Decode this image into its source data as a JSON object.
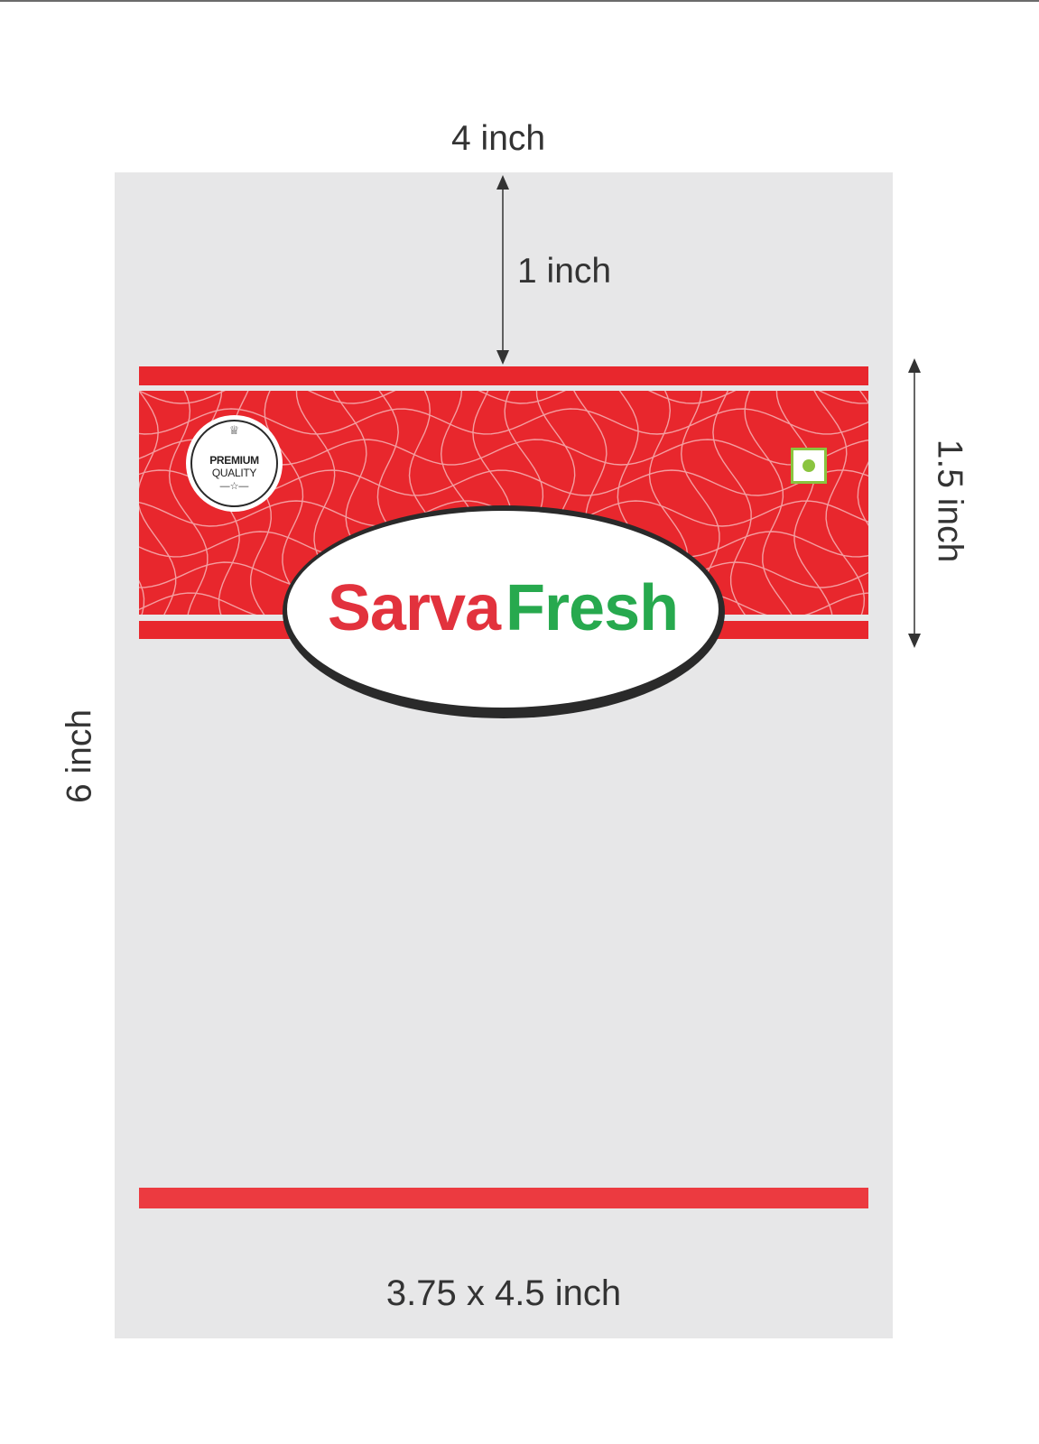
{
  "dimensions": {
    "width": "4 inch",
    "top_gap": "1 inch",
    "height": "6 inch",
    "band_height": "1.5 inch"
  },
  "badge": {
    "line1": "PREMIUM",
    "line2": "QUALITY"
  },
  "brand": {
    "part1": "Sarva",
    "part2": "Fresh"
  },
  "label_size": "3.75 x 4.5 inch",
  "colors": {
    "background": "#ffffff",
    "pouch": "#e7e7e8",
    "band_red": "#e8272d",
    "brand_red": "#e2323d",
    "brand_green": "#27a94e",
    "veg_green": "#8ac43f",
    "text": "#333333"
  },
  "icons": {
    "badge_top": "crown-icon",
    "badge_bottom": "star-icon",
    "veg_symbol": "veg-mark-icon",
    "arrows": "double-headed-arrow-icon"
  }
}
